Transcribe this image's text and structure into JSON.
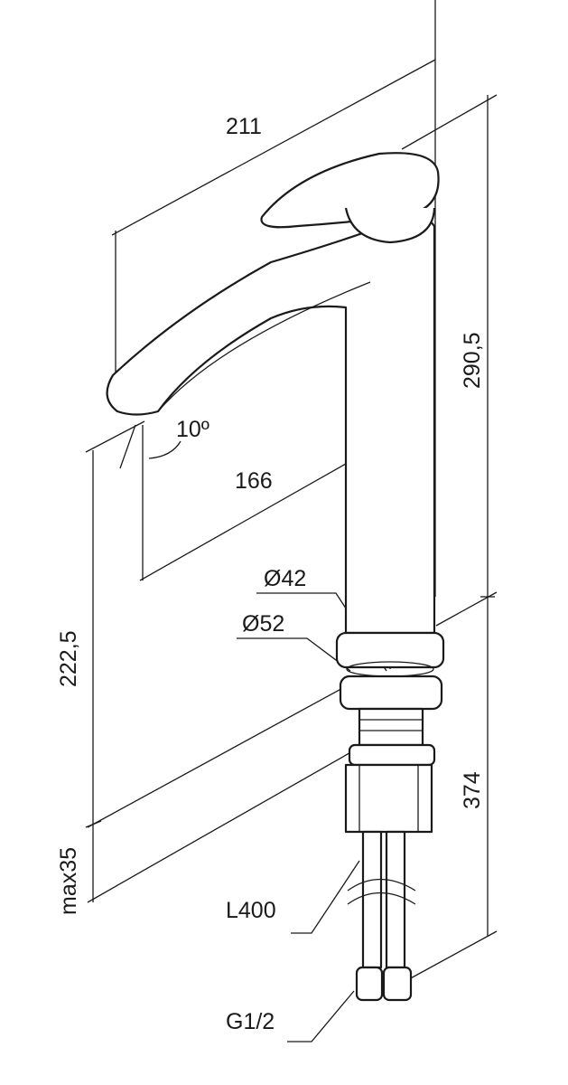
{
  "dimensions": {
    "spout_length": "211",
    "total_height": "290,5",
    "spout_angle": "10º",
    "spout_reach": "166",
    "body_diameter": "Ø42",
    "base_diameter": "Ø52",
    "spout_height": "222,5",
    "max_counter_thickness": "max35",
    "hose_overall": "374",
    "hose_length": "L400",
    "connection_thread": "G1/2"
  }
}
